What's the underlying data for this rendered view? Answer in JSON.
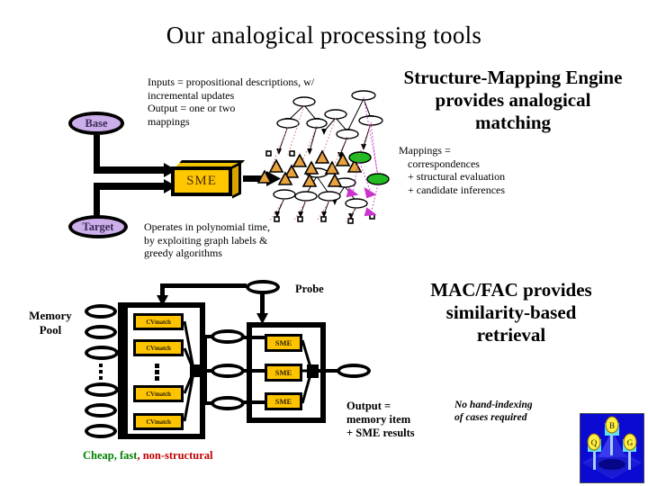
{
  "slide": {
    "title": "Our analogical processing tools",
    "background": "#ffffff"
  },
  "colors": {
    "node_fill": "#cbaeea",
    "box_yellow": "#ffc700",
    "green_text": "#008000",
    "red_text": "#c00000",
    "graph_green": "#22bb22",
    "graph_orange": "#e8a33d",
    "graph_magenta": "#cc33cc",
    "clipart_blue": "#0000c8"
  },
  "sme_section": {
    "base_label": "Base",
    "target_label": "Target",
    "engine_label": "SME",
    "inputs_text": [
      "Inputs = propositional descriptions, w/",
      "incremental updates",
      "Output = one or two",
      "mappings"
    ],
    "operates_text": [
      "Operates in polynomial time,",
      "by exploiting graph labels &",
      "greedy algorithms"
    ],
    "heading": [
      "Structure-Mapping Engine",
      "provides analogical",
      "matching"
    ],
    "mappings_text": [
      "Mappings =",
      "correspondences",
      "+ structural evaluation",
      "+ candidate inferences"
    ]
  },
  "macfac_section": {
    "heading": [
      "MAC/FAC provides",
      "similarity-based",
      "retrieval"
    ],
    "memory_pool_label": [
      "Memory",
      "Pool"
    ],
    "probe_label": "Probe",
    "cv_box_label": "CVmatch",
    "cv_boxes": [
      "CVmatch",
      "CVmatch",
      "CVmatch",
      "CVmatch"
    ],
    "sme_box_label": "SME",
    "sme_boxes": [
      "SME",
      "SME",
      "SME"
    ],
    "output_text": [
      "Output =",
      " memory item",
      "+ SME results"
    ],
    "no_hand_indexing_text": [
      "No hand-indexing",
      "of cases required"
    ],
    "footer": {
      "part1": "Cheap",
      "sep1": ", ",
      "part2": "fast",
      "sep2": ", ",
      "part3": "non-structural"
    }
  },
  "clipart": {
    "name": "analogy-structure-clipart",
    "node_letters": [
      "B",
      "Q",
      "G"
    ]
  }
}
